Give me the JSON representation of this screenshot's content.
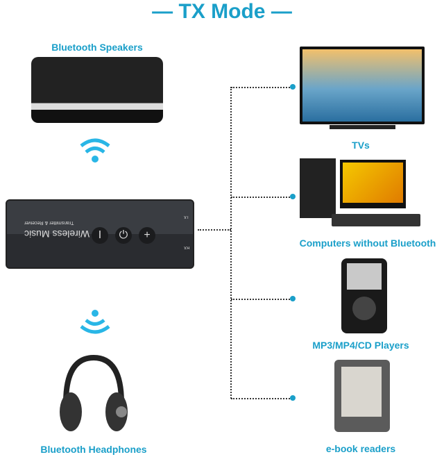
{
  "title": "— TX Mode —",
  "accent": "#1a9fc9",
  "left": {
    "speakers": "Bluetooth Speakers",
    "headphones": "Bluetooth Headphones"
  },
  "device": {
    "name": "Wireless Music",
    "sub": "Transmitter & Receiver",
    "tx": "TX",
    "rx": "RX",
    "buttons": [
      "I",
      "⏻",
      "+"
    ]
  },
  "right": [
    "TVs",
    "Computers without Bluetooth",
    "MP3/MP4/CD Players",
    "e-book readers"
  ]
}
